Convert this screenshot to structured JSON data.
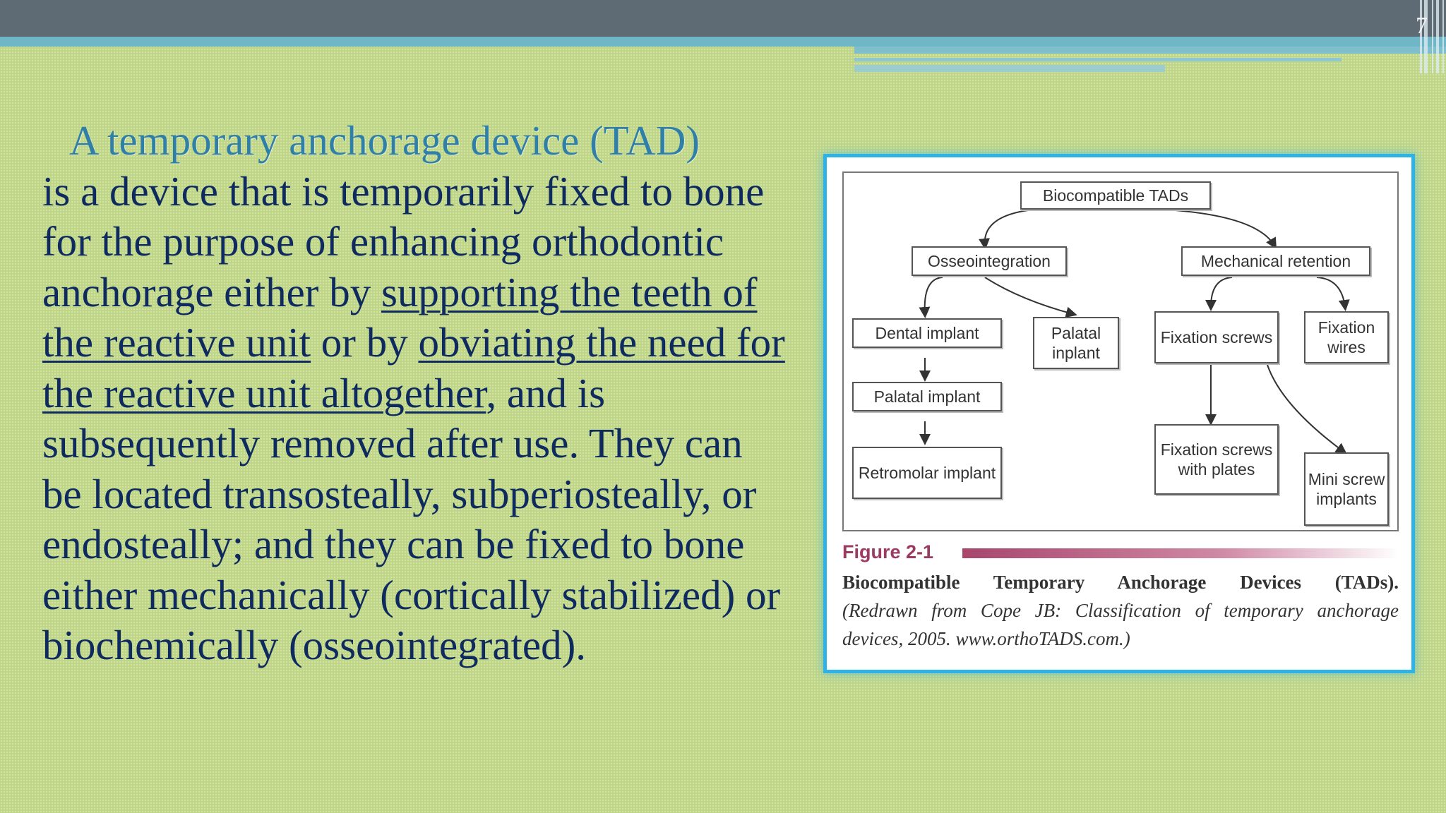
{
  "slide": {
    "page_number": "7"
  },
  "text": {
    "lead": "A temporary anchorage device (TAD)",
    "p1": " is a device that is temporarily fixed to bone for the purpose of enhancing orthodontic anchorage either by ",
    "u1": "supporting the teeth of the reactive unit",
    "p2": " or by ",
    "u2": "obviating the need for the reactive unit altogether",
    "p3": ", and is subsequently removed after use. They can be located transosteally, subperiosteally, or endosteally; and they can be fixed to bone either mechanically (cortically stabilized) or biochemically (osseointegrated)."
  },
  "figure": {
    "boxes": {
      "root": "Biocompatible TADs",
      "osseo": "Osseointegration",
      "mech": "Mechanical retention",
      "dental": "Dental implant",
      "palatal_inplant": "Palatal inplant",
      "palatal_implant": "Palatal implant",
      "retromolar": "Retromolar implant",
      "fix_screws": "Fixation screws",
      "fix_wires": "Fixation wires",
      "fix_plates": "Fixation screws with plates",
      "mini": "Mini screw implants"
    },
    "label": "Figure 2-1",
    "caption_title": "Biocompatible Temporary Anchorage Devices (TADs).",
    "caption_note": "(Redrawn from Cope JB: Classification of temporary anchorage devices, 2005. www.orthoTADS.com.)"
  }
}
